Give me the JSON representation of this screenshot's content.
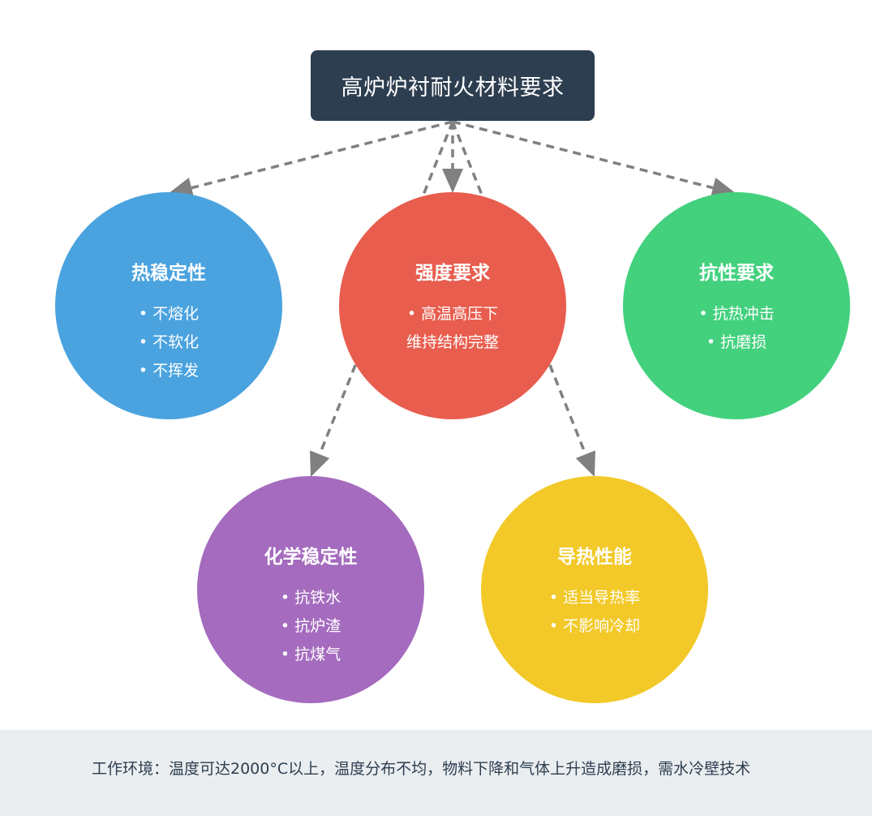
{
  "title": "高炉炉衬耐火材料要求",
  "nodes": [
    {
      "id": "thermal",
      "title": "热稳定性",
      "color": "#4aa3df",
      "items": [
        "• 不熔化",
        "• 不软化",
        "• 不挥发"
      ]
    },
    {
      "id": "strength",
      "title": "强度要求",
      "color": "#e85d4e",
      "items": [
        "• 高温高压下",
        "维持结构完整"
      ]
    },
    {
      "id": "resistance",
      "title": "抗性要求",
      "color": "#43d17e",
      "items": [
        "• 抗热冲击",
        "• 抗磨损"
      ]
    },
    {
      "id": "chemical",
      "title": "化学稳定性",
      "color": "#a46bbe",
      "items": [
        "• 抗铁水",
        "• 抗炉渣",
        "• 抗煤气"
      ]
    },
    {
      "id": "conductivity",
      "title": "导热性能",
      "color": "#f2c928",
      "items": [
        "• 适当导热率",
        "• 不影响冷却"
      ]
    }
  ],
  "edges": [
    {
      "from": "title",
      "to": "thermal"
    },
    {
      "from": "title",
      "to": "strength"
    },
    {
      "from": "title",
      "to": "resistance"
    },
    {
      "from": "title",
      "to": "chemical"
    },
    {
      "from": "title",
      "to": "conductivity"
    }
  ],
  "arrow_color": "#808080",
  "footer": {
    "text": "工作环境：温度可达2000°C以上，温度分布不均，物料下降和气体上升造成磨损，需水冷壁技术"
  }
}
